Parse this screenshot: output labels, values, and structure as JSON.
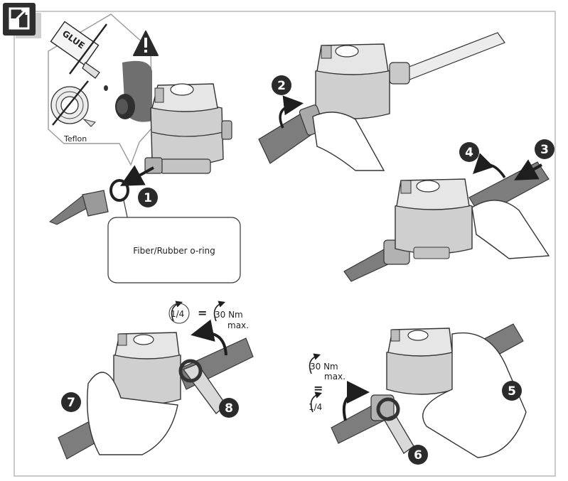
{
  "callouts": {
    "glue": "GLUE",
    "teflon": "Teflon",
    "oring": "Fiber/Rubber o-ring"
  },
  "torque": {
    "top": {
      "quarter": "1/4",
      "equals": "=",
      "nm": "30 Nm",
      "max": "max."
    },
    "bottom": {
      "quarter": "1/4",
      "equals": "=",
      "nm": "30 Nm",
      "max": "max."
    }
  },
  "steps": [
    "1",
    "2",
    "3",
    "4",
    "5",
    "6",
    "7",
    "8"
  ],
  "colors": {
    "frame": "#b9b9b9",
    "corner_badge": "#2e2e2e",
    "meter_body": "#cfcfcf",
    "pipe": "#7d7d7d",
    "step_badge": "#2b2b2b"
  },
  "icons": [
    "installation-badge-icon",
    "warning-icon",
    "curved-arrow-icon",
    "rotation-arrow-icon"
  ]
}
